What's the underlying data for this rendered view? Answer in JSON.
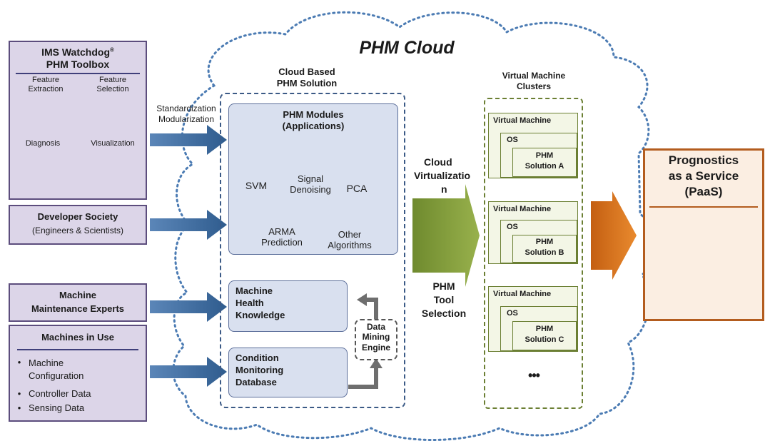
{
  "cloud_title": "PHM Cloud",
  "toolbox": {
    "title_line1": "IMS Watchdog",
    "title_sup": "®",
    "title_line2": "PHM Toolbox",
    "feature_extraction": "Feature\nExtraction",
    "feature_selection": "Feature\nSelection",
    "diagnosis": "Diagnosis",
    "visualization": "Visualization"
  },
  "developer": {
    "line1": "Developer Society",
    "line2": "(Engineers & Scientists)"
  },
  "experts": {
    "line1": "Machine",
    "line2": "Maintenance Experts"
  },
  "machines": {
    "title": "Machines in Use",
    "items": [
      "Machine\nConfiguration",
      "Controller Data",
      "Sensing Data"
    ]
  },
  "arrow_label": {
    "line1": "Standardization",
    "line2": "Modularization"
  },
  "cloud_solution": {
    "line1": "Cloud Based",
    "line2": "PHM Solution"
  },
  "modules": {
    "title_line1": "PHM Modules",
    "title_line2": "(Applications)",
    "items": [
      "SVM",
      "Signal\nDenoising",
      "PCA",
      "ARMA\nPrediction",
      "Other\nAlgorithms"
    ]
  },
  "knowledge": {
    "line1": "Machine",
    "line2": "Health",
    "line3": "Knowledge"
  },
  "condition": {
    "line1": "Condition",
    "line2": "Monitoring",
    "line3": "Database"
  },
  "data_mining": {
    "line1": "Data",
    "line2": "Mining",
    "line3": "Engine"
  },
  "cloud_virt": {
    "line1": "Cloud",
    "line2": "Virtualizatio",
    "line3": "n"
  },
  "phm_tool": {
    "line1": "PHM",
    "line2": "Tool",
    "line3": "Selection"
  },
  "vm_clusters": {
    "title_line1": "Virtual Machine",
    "title_line2": "Clusters",
    "vms": [
      {
        "label": "Virtual Machine",
        "os": "OS",
        "sol1": "PHM",
        "sol2": "Solution A"
      },
      {
        "label": "Virtual Machine",
        "os": "OS",
        "sol1": "PHM",
        "sol2": "Solution B"
      },
      {
        "label": "Virtual Machine",
        "os": "OS",
        "sol1": "PHM",
        "sol2": "Solution C"
      }
    ],
    "ellipsis": "•••"
  },
  "paas": {
    "line1": "Prognostics",
    "line2": "as a Service",
    "line3": "(PaaS)"
  },
  "colors": {
    "left_box_fill": "#dcd5e8",
    "left_box_border": "#5c4d7d",
    "blue_arrow": "#3f6a9a",
    "green_arrow": "#7f9a3a",
    "orange_arrow": "#d9731c",
    "cloud_outline": "#4b7bb3",
    "paas_border": "#b35c1e"
  }
}
